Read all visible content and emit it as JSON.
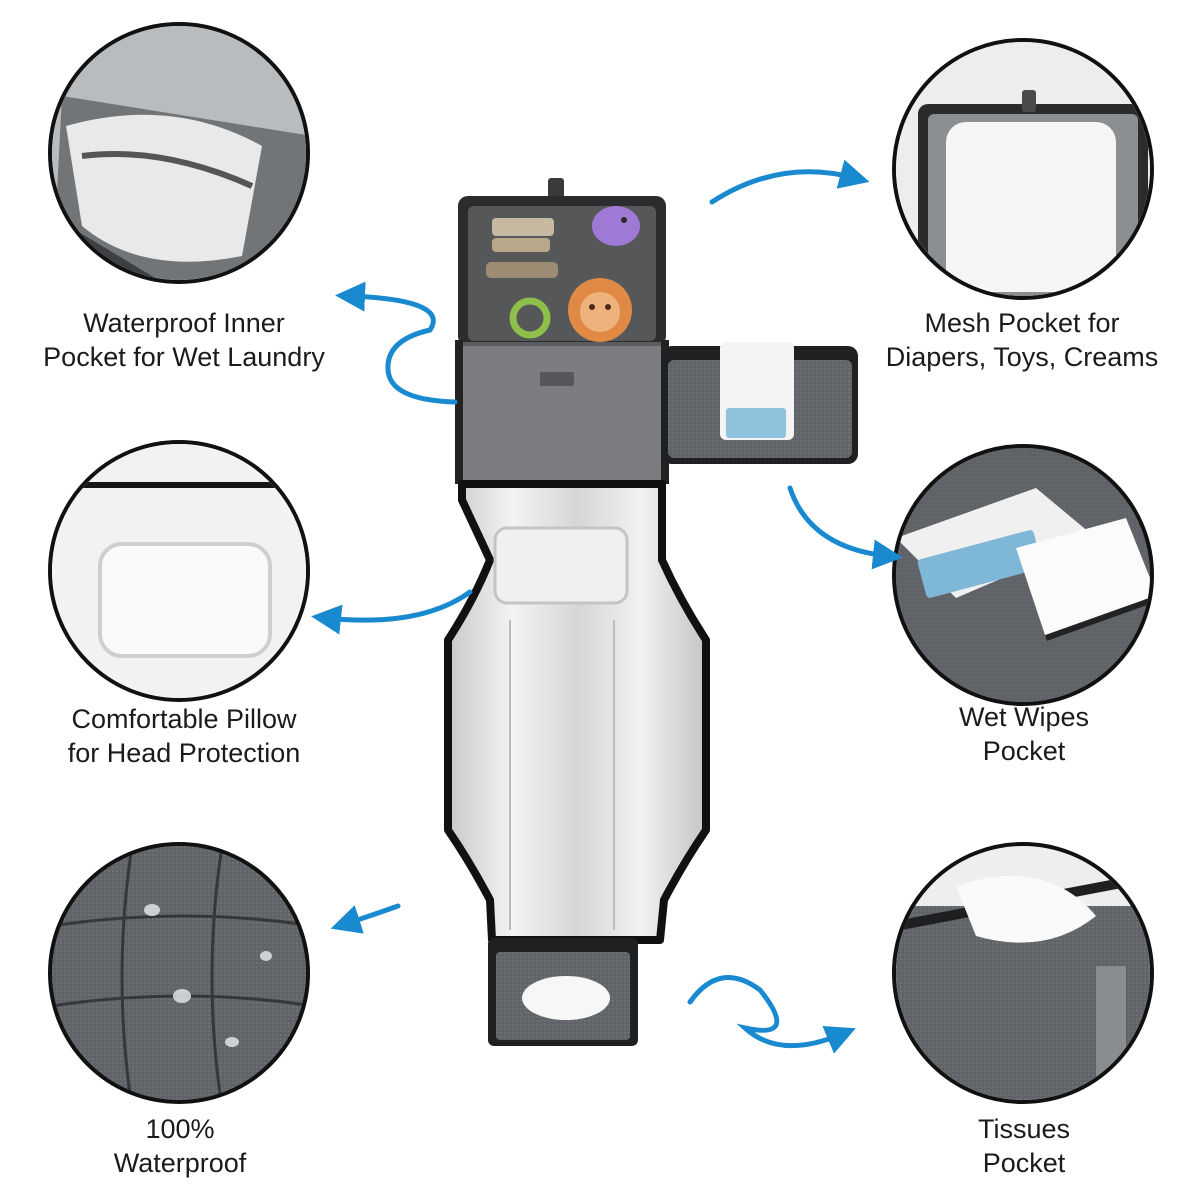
{
  "features": {
    "wet_laundry": {
      "line1": "Waterproof Inner",
      "line2": "Pocket for Wet Laundry"
    },
    "mesh_pocket": {
      "line1": "Mesh Pocket for",
      "line2": "Diapers, Toys, Creams"
    },
    "pillow": {
      "line1": "Comfortable Pillow",
      "line2": "for Head Protection"
    },
    "wet_wipes": {
      "line1": "Wet Wipes",
      "line2": "Pocket"
    },
    "waterproof": {
      "line1": "100%",
      "line2": "Waterproof"
    },
    "tissues": {
      "line1": "Tissues",
      "line2": "Pocket"
    }
  },
  "colors": {
    "arrow": "#1a8ad0",
    "fabric_gray": "#5f6266",
    "silver_lining": "#dcdcdc",
    "edge_black": "#111111"
  }
}
